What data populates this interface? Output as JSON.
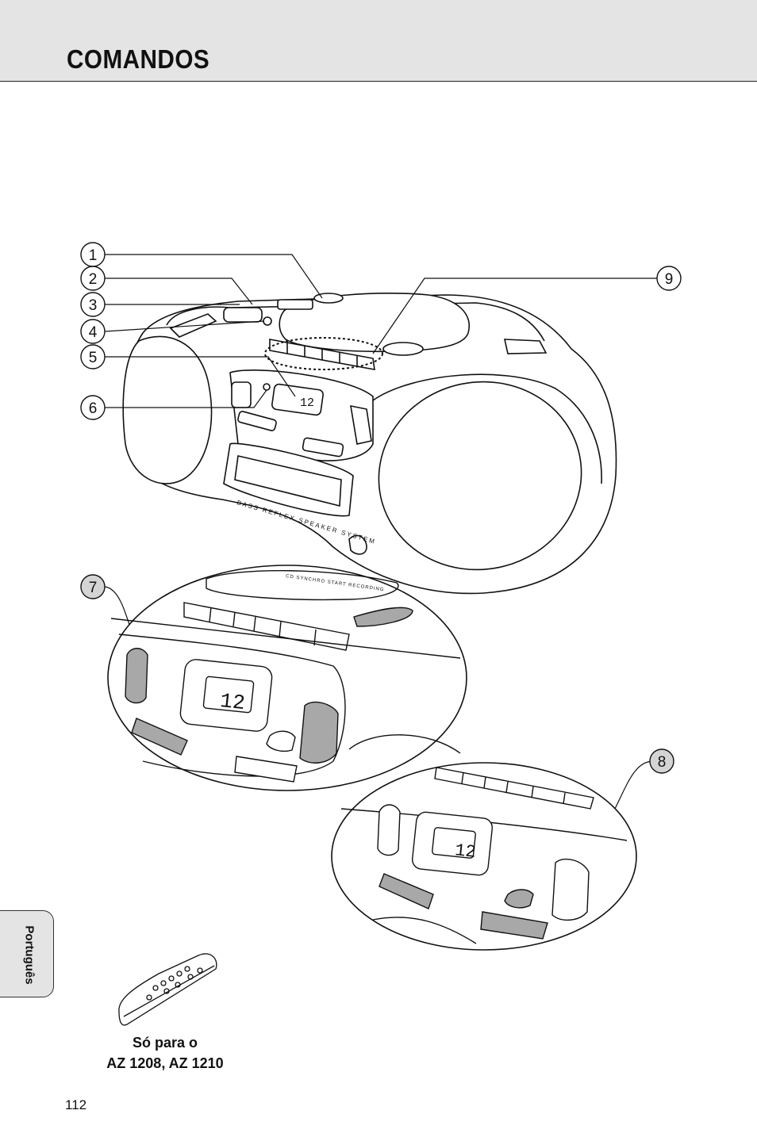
{
  "header": {
    "title": "COMANDOS"
  },
  "callouts": [
    "1",
    "2",
    "3",
    "4",
    "5",
    "6",
    "7",
    "8",
    "9"
  ],
  "device": {
    "display_digits": "12",
    "panel_text": "BASS REFLEX SPEAKER SYSTEM",
    "lid_text": "CD SYNCHRO START RECORDING"
  },
  "side_tab": {
    "language": "Português"
  },
  "remote": {
    "caption_line1": "Só para o",
    "caption_line2": "AZ 1208, AZ 1210"
  },
  "footer": {
    "page_number": "112"
  }
}
